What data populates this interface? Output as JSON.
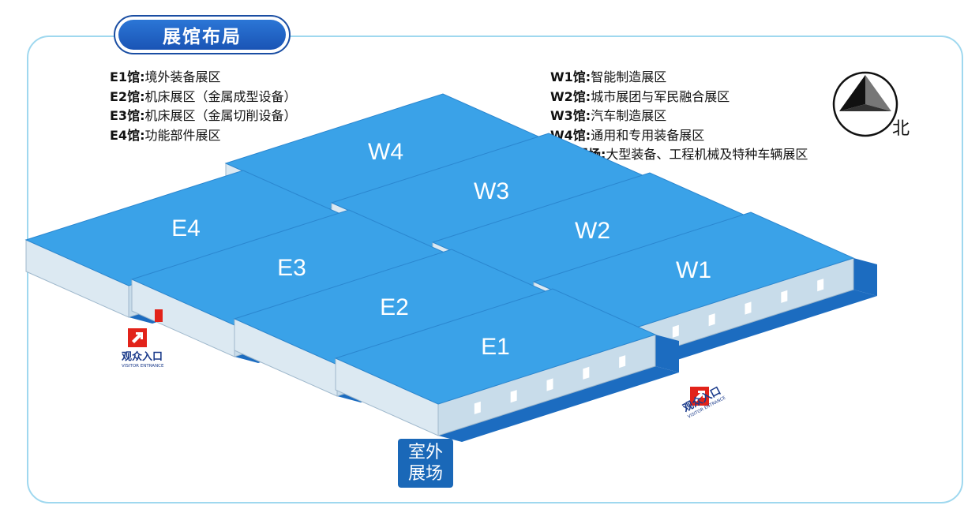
{
  "title": "展馆布局",
  "legend_left": [
    {
      "label": "E1馆:",
      "desc": "境外装备展区"
    },
    {
      "label": "E2馆:",
      "desc": "机床展区（金属成型设备）"
    },
    {
      "label": "E3馆:",
      "desc": "机床展区（金属切削设备）"
    },
    {
      "label": "E4馆:",
      "desc": "功能部件展区"
    }
  ],
  "legend_right": [
    {
      "label": "W1馆:",
      "desc": "智能制造展区"
    },
    {
      "label": "W2馆:",
      "desc": "城市展团与军民融合展区"
    },
    {
      "label": "W3馆:",
      "desc": "汽车制造展区"
    },
    {
      "label": "W4馆:",
      "desc": "通用和专用装备展区"
    },
    {
      "label": "室外展场:",
      "desc": "大型装备、工程机械及特种车辆展区"
    }
  ],
  "compass": {
    "north_label": "北",
    "icon": "compass-arrow-icon"
  },
  "halls": {
    "e1": "E1",
    "e2": "E2",
    "e3": "E3",
    "e4": "E4",
    "w1": "W1",
    "w2": "W2",
    "w3": "W3",
    "w4": "W4"
  },
  "entrances": [
    {
      "zh": "观众入口",
      "en": "VISITOR ENTRANCE",
      "icon": "entrance-arrow-icon"
    },
    {
      "zh": "观众入口",
      "en": "VISITOR ENTRANCE",
      "icon": "entrance-arrow-icon"
    }
  ],
  "outdoor": {
    "line1": "室外",
    "line2": "展场"
  },
  "colors": {
    "roof": "#3aa2e8",
    "wall": "#c8dcea",
    "shadow": "#1c6cc0",
    "title": "#1a54b5",
    "entrance": "#e2231a"
  }
}
